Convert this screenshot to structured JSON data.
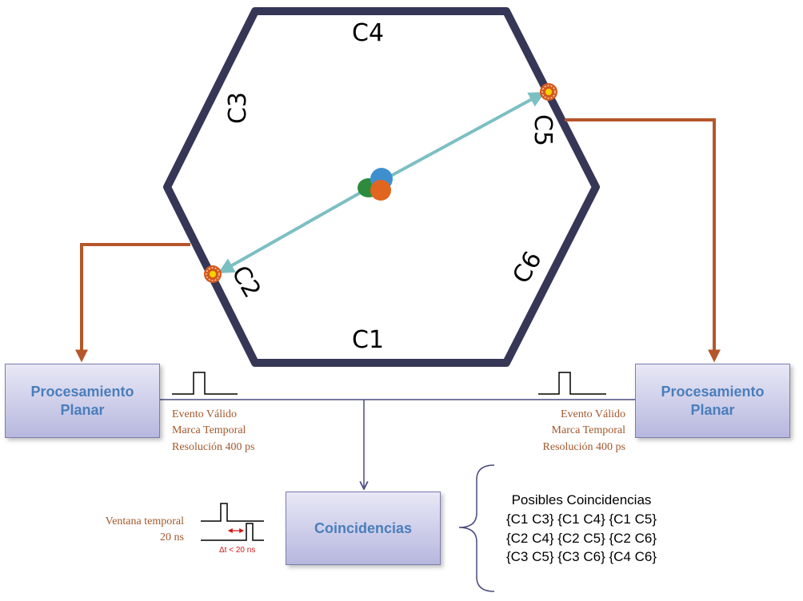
{
  "detector": {
    "faces": {
      "c1": "C1",
      "c2": "C2",
      "c3": "C3",
      "c4": "C4",
      "c5": "C5",
      "c6": "C6"
    }
  },
  "left_module": {
    "title_line1": "Procesamiento",
    "title_line2": "Planar",
    "notes": [
      "Evento Válido",
      "Marca Temporal",
      "Resolución 400 ps"
    ]
  },
  "right_module": {
    "title_line1": "Procesamiento",
    "title_line2": "Planar",
    "notes": [
      "Evento Válido",
      "Marca Temporal",
      "Resolución 400 ps"
    ]
  },
  "coincidence_unit": {
    "title": "Coincidencias",
    "window_label_line1": "Ventana temporal",
    "window_label_line2": "20 ns",
    "delta_label": "Δt < 20 ns"
  },
  "possible_coincidences": {
    "title": "Posibles Coincidencias",
    "rows": [
      "{C1 C3} {C1 C4} {C1 C5}",
      "{C2 C4} {C2 C5} {C2 C6}",
      "{C3 C5} {C3 C6} {C4 C6}"
    ]
  },
  "colors": {
    "hexagon": "#363657",
    "gamma_line": "#7cbfc3",
    "signal_path": "#b5562a",
    "box_text": "#4a7ebb",
    "note_text": "#a3582c",
    "bus_line": "#4b4b80"
  }
}
